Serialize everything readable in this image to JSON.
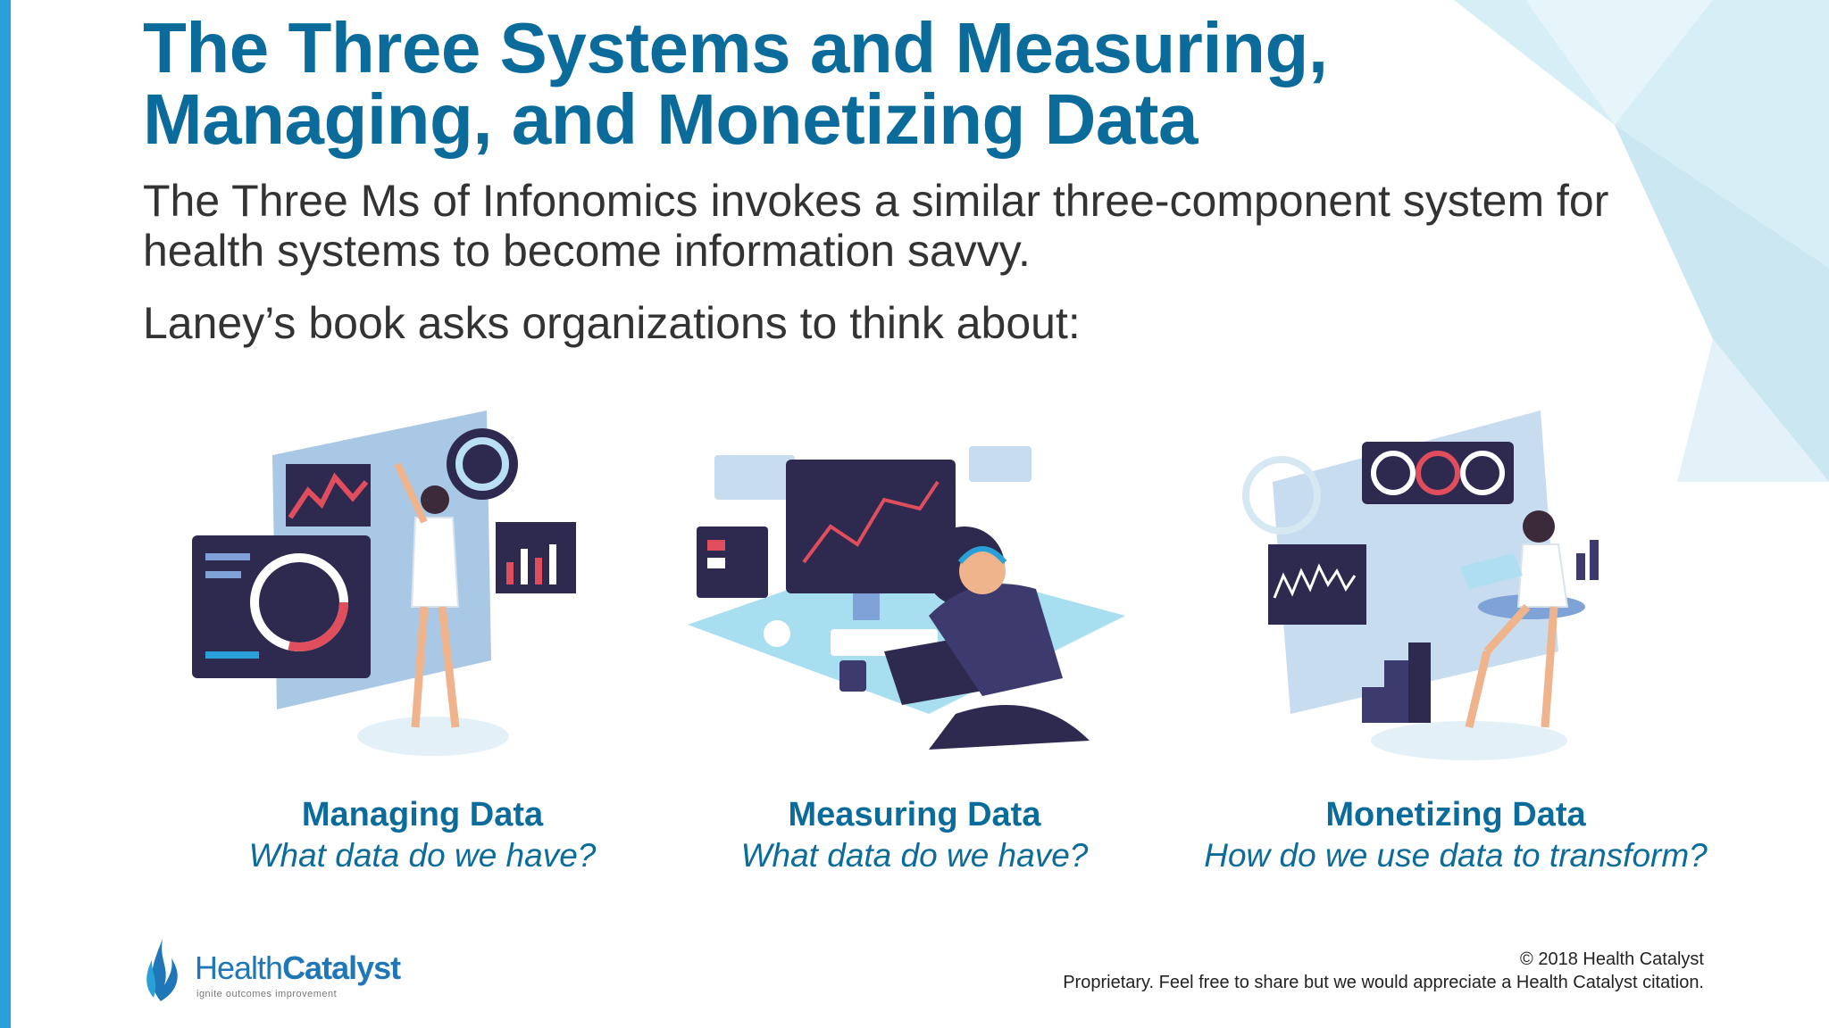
{
  "slide": {
    "title": "The Three Systems and Measuring, Managing, and Monetizing Data",
    "paragraph1": "The Three Ms of Infonomics invokes a similar three-component system for health systems to become information savvy.",
    "paragraph2": "Laney’s book asks organizations to think about:"
  },
  "panels": [
    {
      "heading": "Managing Data",
      "subtitle": "What data do we have?",
      "icon": "woman-touching-dashboard-illustration"
    },
    {
      "heading": "Measuring Data",
      "subtitle": "What data do we have?",
      "icon": "man-at-computer-illustration"
    },
    {
      "heading": "Monetizing Data",
      "subtitle": "How do we use data to transform?",
      "icon": "woman-seated-with-charts-illustration"
    }
  ],
  "logo": {
    "name_part1": "Health",
    "name_part2": "Catalyst",
    "tagline": "ignite outcomes improvement"
  },
  "footer": {
    "copyright": "© 2018 Health Catalyst",
    "notice": "Proprietary. Feel free to share but we would appreciate a Health Catalyst citation."
  },
  "colors": {
    "title": "#0b6c9c",
    "accent": "#2aa0d8",
    "text": "#333333"
  }
}
